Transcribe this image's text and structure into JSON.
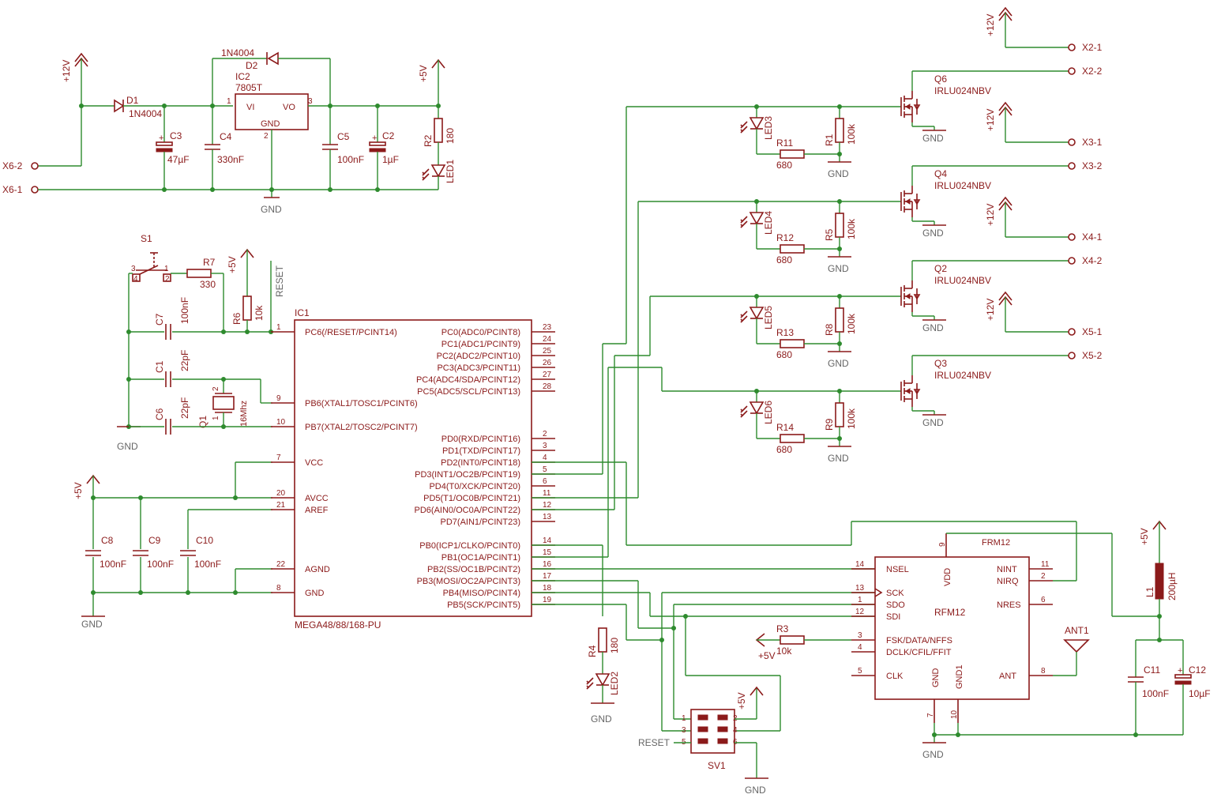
{
  "power": {
    "v12": "+12V",
    "v5": "+5V",
    "gnd": "GND",
    "reset": "RESET"
  },
  "connectors": {
    "x6_2": "X6-2",
    "x6_1": "X6-1",
    "x2_1": "X2-1",
    "x2_2": "X2-2",
    "x3_1": "X3-1",
    "x3_2": "X3-2",
    "x4_1": "X4-1",
    "x4_2": "X4-2",
    "x5_1": "X5-1",
    "x5_2": "X5-2"
  },
  "supply": {
    "d1_name": "D1",
    "d1_value": "1N4004",
    "d2_name": "D2",
    "d2_value": "1N4004",
    "ic2_name": "IC2",
    "ic2_value": "7805T",
    "ic2_vi": "VI",
    "ic2_vo": "VO",
    "ic2_gnd": "GND",
    "ic2_pin1": "1",
    "ic2_pin2": "2",
    "ic2_pin3": "3",
    "c3_name": "C3",
    "c3_value": "47µF",
    "c4_name": "C4",
    "c4_value": "330nF",
    "c5_name": "C5",
    "c5_value": "100nF",
    "c2_name": "C2",
    "c2_value": "1µF",
    "r2_name": "R2",
    "r2_value": "180",
    "led1_name": "LED1"
  },
  "mcu": {
    "name": "IC1",
    "part": "MEGA48/88/168-PU",
    "left_pins": [
      {
        "num": "1",
        "label": "PC6(/RESET/PCINT14)"
      },
      {
        "num": "9",
        "label": "PB6(XTAL1/TOSC1/PCINT6)"
      },
      {
        "num": "10",
        "label": "PB7(XTAL2/TOSC2/PCINT7)"
      },
      {
        "num": "7",
        "label": "VCC"
      },
      {
        "num": "20",
        "label": "AVCC"
      },
      {
        "num": "21",
        "label": "AREF"
      },
      {
        "num": "22",
        "label": "AGND"
      },
      {
        "num": "8",
        "label": "GND"
      }
    ],
    "right_pins": [
      {
        "num": "23",
        "label": "PC0(ADC0/PCINT8)"
      },
      {
        "num": "24",
        "label": "PC1(ADC1/PCINT9)"
      },
      {
        "num": "25",
        "label": "PC2(ADC2/PCINT10)"
      },
      {
        "num": "26",
        "label": "PC3(ADC3/PCINT11)"
      },
      {
        "num": "27",
        "label": "PC4(ADC4/SDA/PCINT12)"
      },
      {
        "num": "28",
        "label": "PC5(ADC5/SCL/PCINT13)"
      },
      {
        "num": "2",
        "label": "PD0(RXD/PCINT16)"
      },
      {
        "num": "3",
        "label": "PD1(TXD/PCINT17)"
      },
      {
        "num": "4",
        "label": "PD2(INT0/PCINT18)"
      },
      {
        "num": "5",
        "label": "PD3(INT1/OC2B/PCINT19)"
      },
      {
        "num": "6",
        "label": "PD4(T0/XCK/PCINT20)"
      },
      {
        "num": "11",
        "label": "PD5(T1/OC0B/PCINT21)"
      },
      {
        "num": "12",
        "label": "PD6(AIN0/OC0A/PCINT22)"
      },
      {
        "num": "13",
        "label": "PD7(AIN1/PCINT23)"
      },
      {
        "num": "14",
        "label": "PB0(ICP1/CLKO/PCINT0)"
      },
      {
        "num": "15",
        "label": "PB1(OC1A/PCINT1)"
      },
      {
        "num": "16",
        "label": "PB2(SS/OC1B/PCINT2)"
      },
      {
        "num": "17",
        "label": "PB3(MOSI/OC2A/PCINT3)"
      },
      {
        "num": "18",
        "label": "PB4(MISO/PCINT4)"
      },
      {
        "num": "19",
        "label": "PB5(SCK/PCINT5)"
      }
    ]
  },
  "mcu_periph": {
    "s1": "S1",
    "s1_p1": "1",
    "s1_p2": "2",
    "s1_p3": "3",
    "s1_p4": "4",
    "r7_name": "R7",
    "r7_value": "330",
    "r6_name": "R6",
    "r6_value": "10k",
    "c7_name": "C7",
    "c7_value": "100nF",
    "c1_name": "C1",
    "c1_value": "22pF",
    "c6_name": "C6",
    "c6_value": "22pF",
    "q1_name": "Q1",
    "q1_value": "16Mhz",
    "q1_p1": "1",
    "q1_p2": "2",
    "c8_name": "C8",
    "c8_value": "100nF",
    "c9_name": "C9",
    "c9_value": "100nF",
    "c10_name": "C10",
    "c10_value": "100nF",
    "r4_name": "R4",
    "r4_value": "180",
    "led2_name": "LED2"
  },
  "outputs": [
    {
      "q": "Q6",
      "part": "IRLU024NBV",
      "led": "LED3",
      "rs": "R11",
      "rs_val": "680",
      "rp": "R1",
      "rp_val": "100k"
    },
    {
      "q": "Q4",
      "part": "IRLU024NBV",
      "led": "LED4",
      "rs": "R12",
      "rs_val": "680",
      "rp": "R5",
      "rp_val": "100k"
    },
    {
      "q": "Q2",
      "part": "IRLU024NBV",
      "led": "LED5",
      "rs": "R13",
      "rs_val": "680",
      "rp": "R8",
      "rp_val": "100k"
    },
    {
      "q": "Q3",
      "part": "IRLU024NBV",
      "led": "LED6",
      "rs": "R14",
      "rs_val": "680",
      "rp": "R9",
      "rp_val": "100k"
    }
  ],
  "rfm": {
    "title": "FRM12",
    "name": "RFM12",
    "nsel": "NSEL",
    "sck": "SCK",
    "sdo": "SDO",
    "sdi": "SDI",
    "fsk": "FSK/DATA/NFFS",
    "dclk": "DCLK/CFIL/FFIT",
    "clk": "CLK",
    "vdd": "VDD",
    "nint": "NINT",
    "nirq": "NIRQ",
    "nres": "NRES",
    "ant": "ANT",
    "gnd": "GND",
    "gnd1": "GND1",
    "pins": {
      "p14": "14",
      "p13": "13",
      "p1": "1",
      "p12": "12",
      "p3": "3",
      "p4": "4",
      "p5": "5",
      "p9": "9",
      "p11": "11",
      "p2": "2",
      "p6": "6",
      "p8": "8",
      "p7": "7",
      "p10": "10"
    },
    "r3_name": "R3",
    "r3_value": "10k",
    "ant1": "ANT1",
    "l1_name": "L1",
    "l1_value": "200µH",
    "c11_name": "C11",
    "c11_value": "100nF",
    "c12_name": "C12",
    "c12_value": "10µF"
  },
  "isp": {
    "name": "SV1",
    "p1": "1",
    "p2": "2",
    "p3": "3",
    "p4": "4",
    "p5": "5",
    "p6": "6"
  }
}
